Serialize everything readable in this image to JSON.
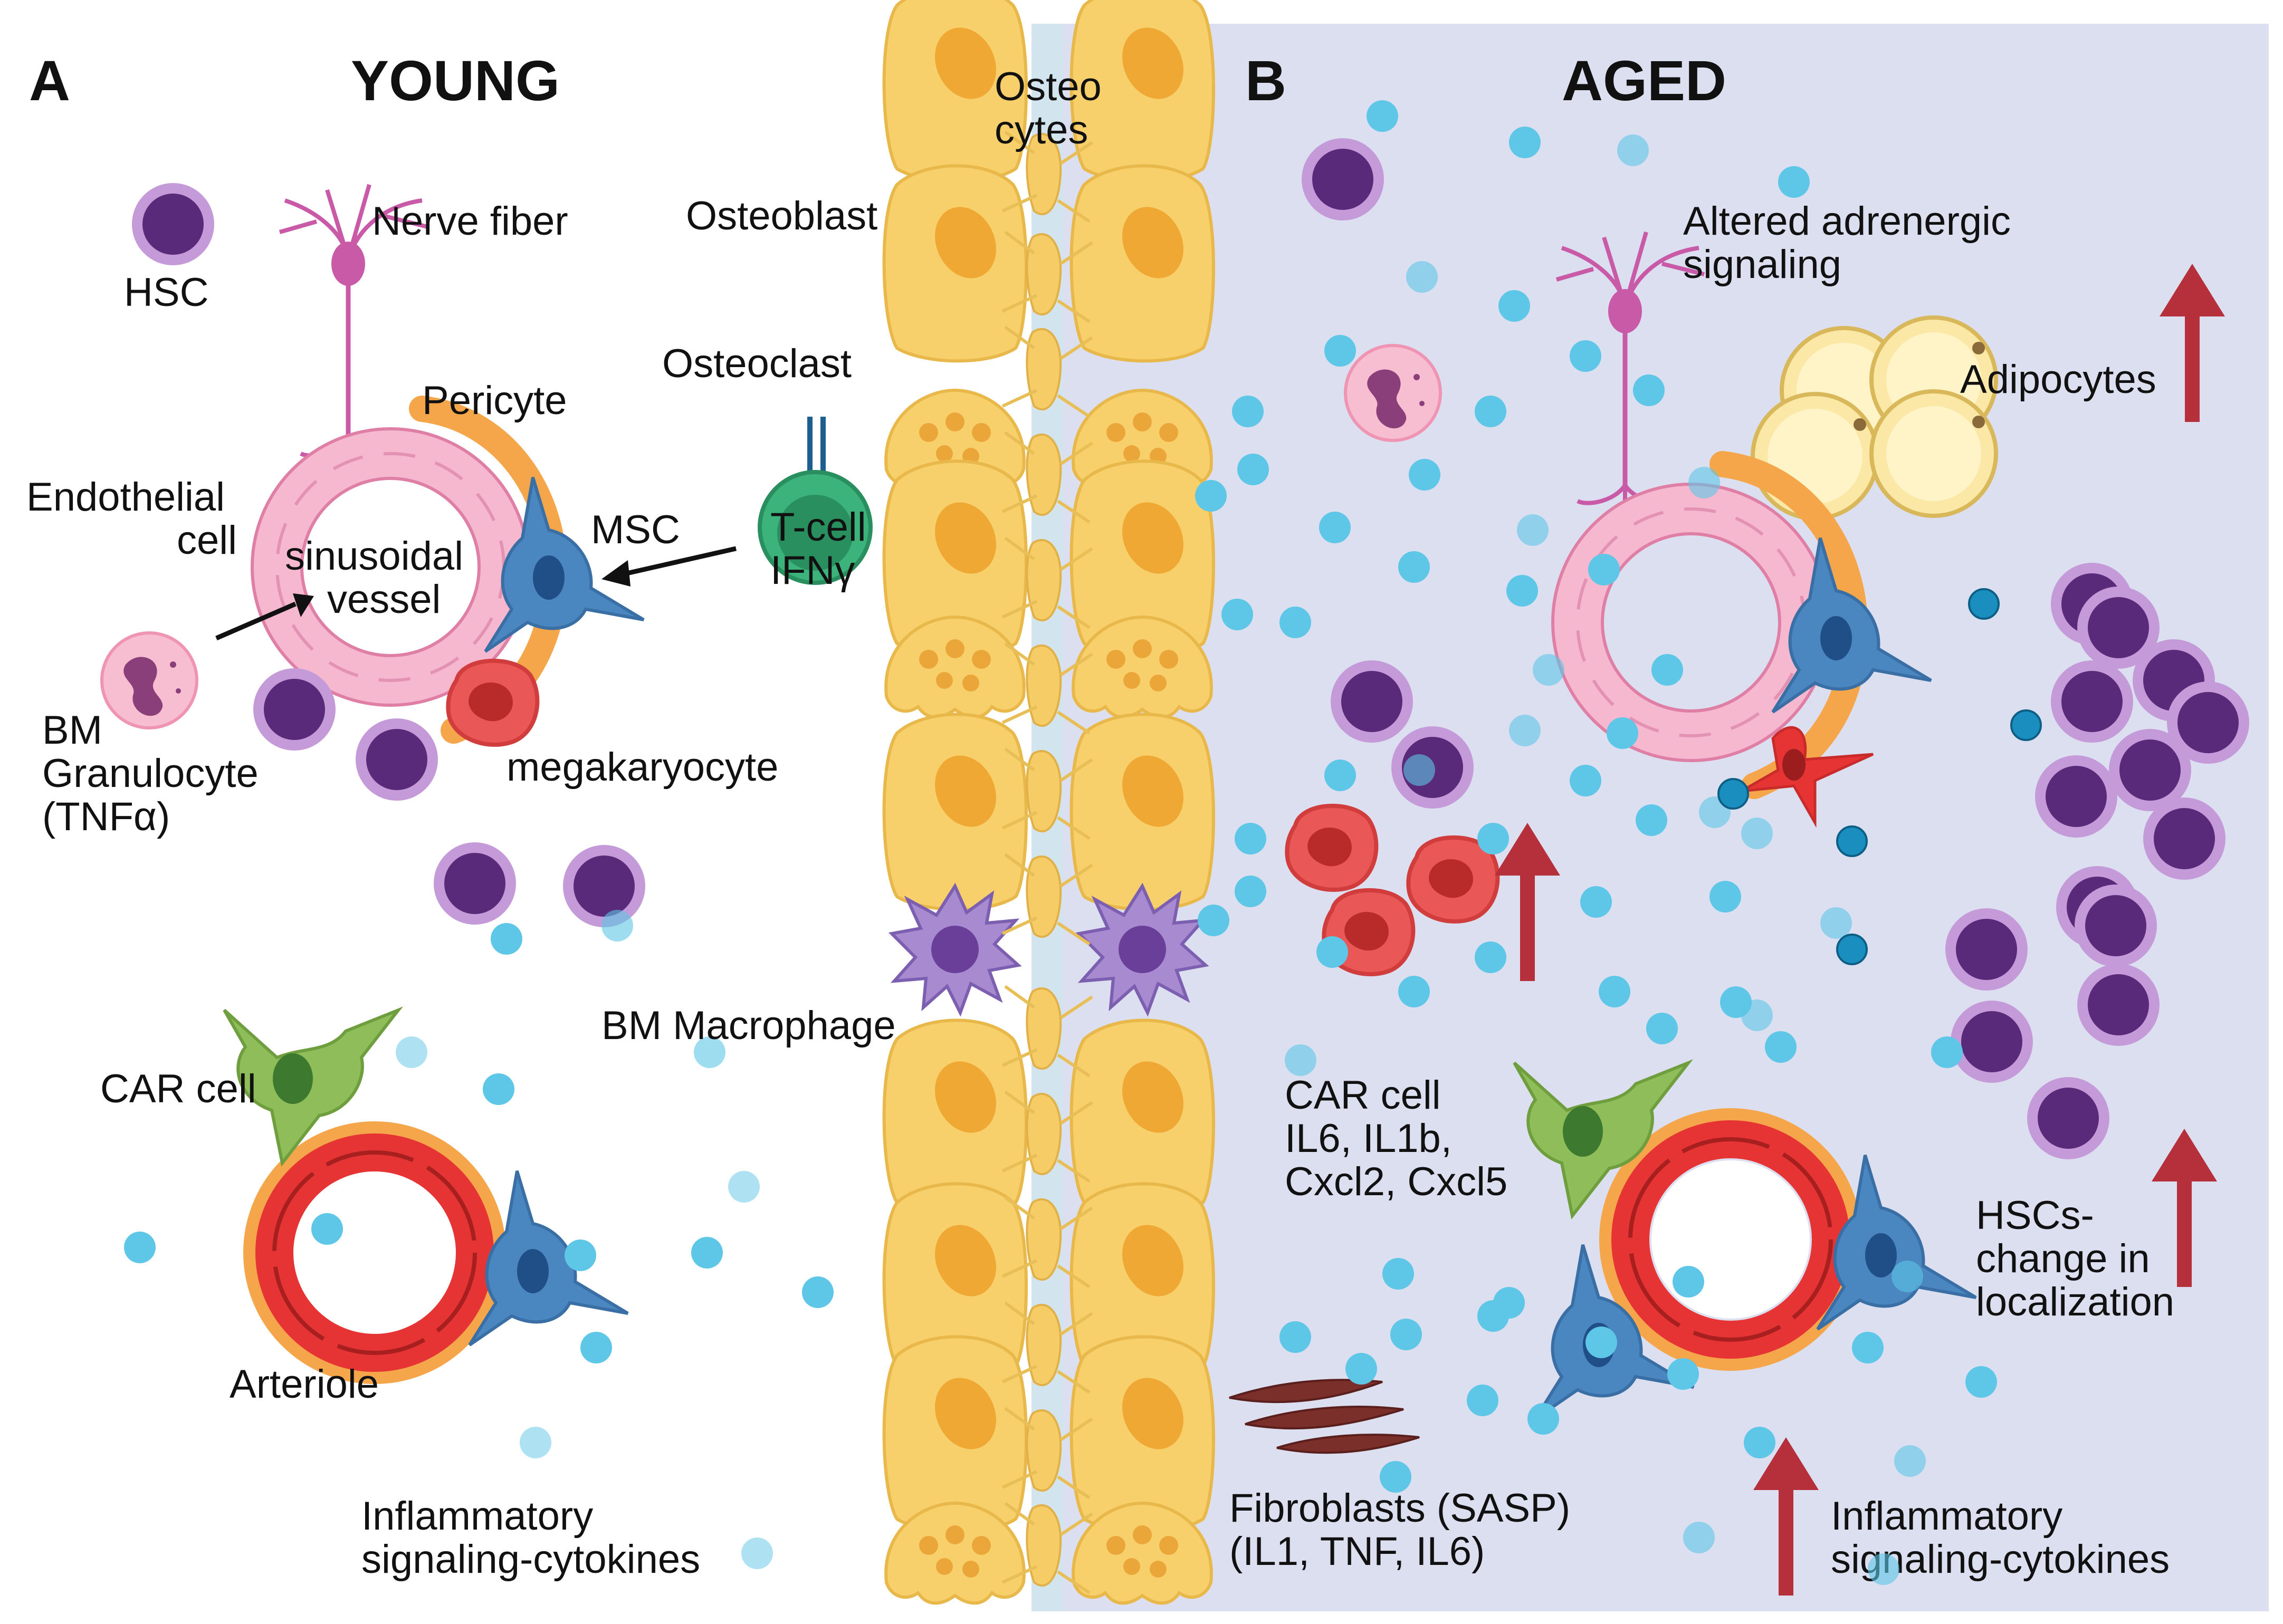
{
  "panel_a": {
    "letter": "A",
    "title": "YOUNG",
    "labels": {
      "hsc": "HSC",
      "nerve": "Nerve fiber",
      "pericyte": "Pericyte",
      "endothelial_1": "Endothelial",
      "endothelial_2": "cell",
      "sinusoidal_1": "sinusoidal",
      "sinusoidal_2": "vessel",
      "msc": "MSC",
      "tcell_1": "T-cell",
      "tcell_2": "IFNγ",
      "granulocyte_1": "BM",
      "granulocyte_2": "Granulocyte",
      "granulocyte_3": "(TNFα)",
      "megakaryocyte": "megakaryocyte",
      "car": "CAR cell",
      "arteriole": "Arteriole",
      "inflam_1": "Inflammatory",
      "inflam_2": "signaling-cytokines"
    }
  },
  "bone": {
    "osteocytes_1": "Osteo",
    "osteocytes_2": "cytes",
    "osteoblast": "Osteoblast",
    "osteoclast": "Osteoclast",
    "macrophage": "BM Macrophage"
  },
  "panel_b": {
    "letter": "B",
    "title": "AGED",
    "labels": {
      "adrenergic_1": "Altered adrenergic",
      "adrenergic_2": "signaling",
      "adipocytes": "Adipocytes",
      "car_1": "CAR cell",
      "car_2": "IL6, IL1b,",
      "car_3": "Cxcl2, Cxcl5",
      "hsc_1": "HSCs-",
      "hsc_2": "change in",
      "hsc_3": "localization",
      "fibro_1": "Fibroblasts (SASP)",
      "fibro_2": "(IL1, TNF, IL6)",
      "inflam_1": "Inflammatory",
      "inflam_2": "signaling-cytokines"
    }
  },
  "colors": {
    "aged_background": "#dcdff0",
    "hsc_purple": "#5a2a7a",
    "hsc_ring": "#c49bd8",
    "cytokine_blue": "#5ec6e6",
    "bone_yellow": "#f7cf6b",
    "vessel_pink": "#f5b8cf",
    "arteriole_red": "#e63434",
    "msc_blue": "#4a86c0",
    "car_green": "#8fbd5a",
    "increase_arrow": "#b5303a"
  }
}
